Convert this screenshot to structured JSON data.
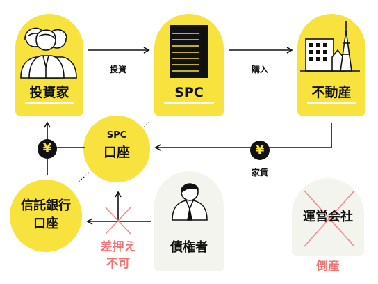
{
  "nodes": {
    "investor": {
      "label": "投資家"
    },
    "spc": {
      "label": "SPC"
    },
    "realestate": {
      "label": "不動産"
    },
    "spc_account": {
      "line1": "SPC",
      "line2": "口座"
    },
    "trust_account": {
      "line1": "信託銀行",
      "line2": "口座"
    },
    "creditor": {
      "label": "債権者"
    },
    "operator": {
      "label": "運営会社"
    }
  },
  "edges": {
    "invest": "投資",
    "purchase": "購入",
    "rent": "家賃"
  },
  "notes": {
    "no_seizure_line1": "差押え",
    "no_seizure_line2": "不可",
    "bankruptcy": "倒産"
  },
  "icons": {
    "yen": "¥"
  },
  "colors": {
    "yellow": "#f8e23d",
    "black": "#111111",
    "red_accent": "#f07272",
    "cross": "#f08a8a",
    "pale": "#f4f4ee"
  }
}
